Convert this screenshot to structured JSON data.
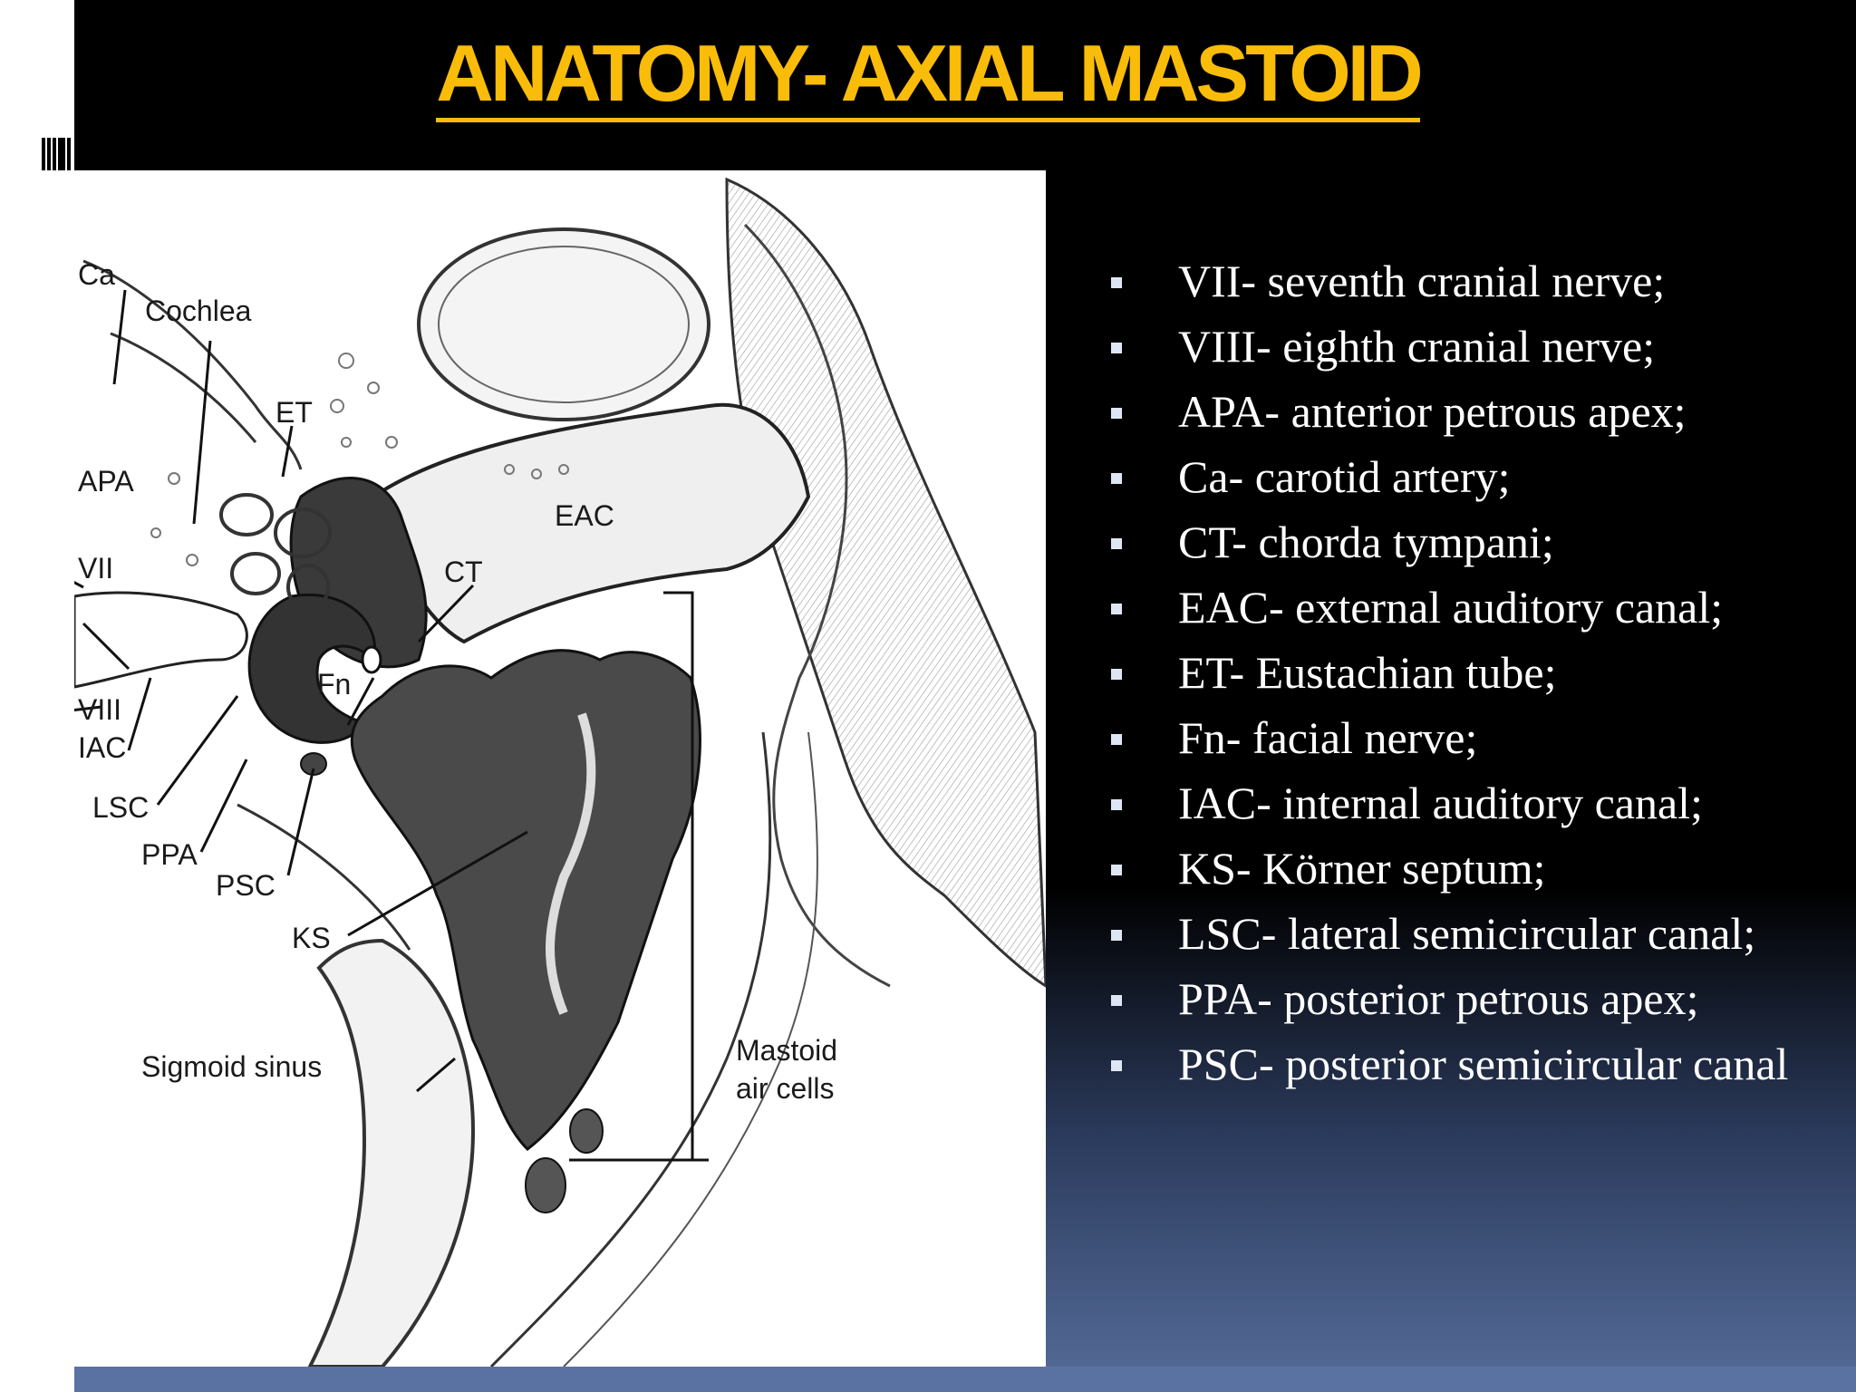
{
  "title": "ANATOMY- AXIAL MASTOID",
  "diagram": {
    "labels": {
      "ca": "Ca",
      "cochlea": "Cochlea",
      "et": "ET",
      "apa": "APA",
      "vii": "VII",
      "viii": "VIII",
      "iac": "IAC",
      "lsc": "LSC",
      "ppa": "PPA",
      "psc": "PSC",
      "ks": "KS",
      "fn": "Fn",
      "ct": "CT",
      "eac": "EAC",
      "sigmoid": "Sigmoid sinus",
      "mastoid_1": "Mastoid",
      "mastoid_2": "air cells"
    }
  },
  "legend": [
    "VII- seventh cranial nerve;",
    "VIII- eighth cranial nerve;",
    "APA- anterior petrous apex;",
    "Ca- carotid artery;",
    "CT- chorda tympani;",
    "EAC- external auditory canal;",
    "ET- Eustachian tube;",
    "Fn- facial nerve;",
    "IAC- internal auditory canal;",
    "KS- Körner septum;",
    "LSC- lateral semicircular canal;",
    "PPA- posterior petrous apex;",
    "PSC- posterior semicircular canal"
  ],
  "colors": {
    "title": "#f9bc08",
    "background_top": "#000000",
    "background_bottom": "#566d9a",
    "legend_text": "#ffffff",
    "bullet": "#dfe6f3"
  }
}
